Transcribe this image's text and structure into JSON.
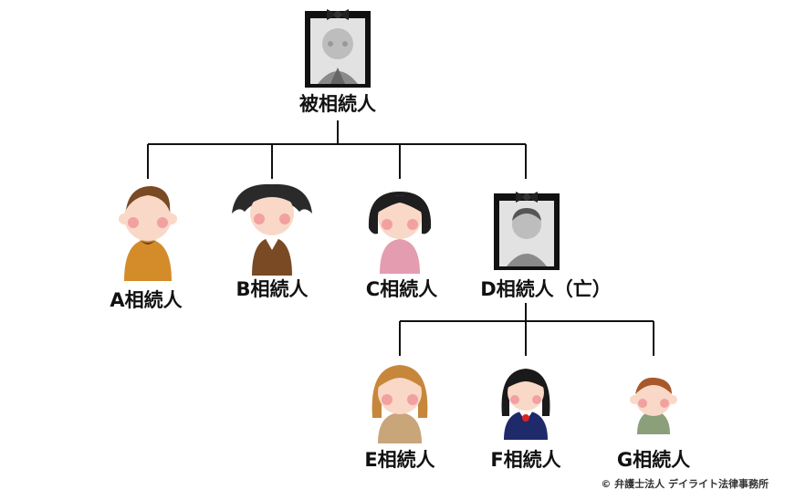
{
  "people": {
    "decedent": "被相続人",
    "a": "A相続人",
    "b": "B相続人",
    "c": "C相続人",
    "d": "D相続人（亡）",
    "e": "E相続人",
    "f": "F相続人",
    "g": "G相続人"
  },
  "credit": "© 弁護士法人 デイライト法律事務所",
  "colors": {
    "line": "#111111",
    "skin": "#f9d8c8",
    "cheek": "#f2a0a0",
    "frame": "#111111",
    "portrait_bg": "#d8d8d8"
  }
}
